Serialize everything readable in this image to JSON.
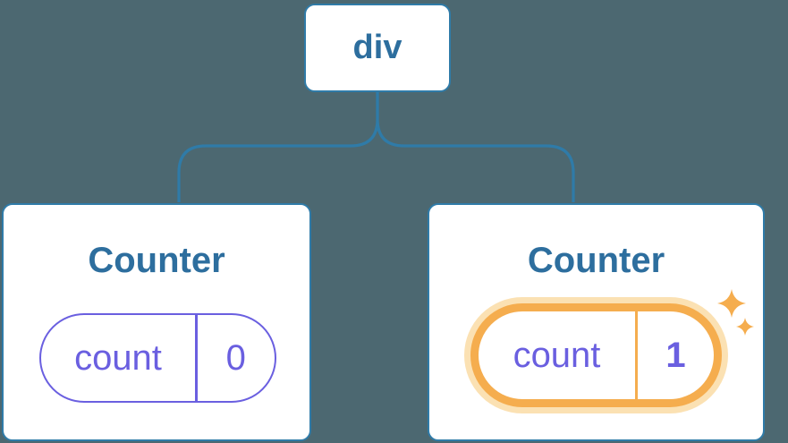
{
  "diagram": {
    "description": "React component tree showing a state update",
    "root": {
      "label": "div"
    },
    "children": [
      {
        "title": "Counter",
        "state": {
          "key": "count",
          "value": "0"
        },
        "highlighted": false
      },
      {
        "title": "Counter",
        "state": {
          "key": "count",
          "value": "1"
        },
        "highlighted": true
      }
    ]
  },
  "colors": {
    "background": "#4C6871",
    "node_border_blue": "#2F7BA8",
    "connector_blue": "#2F7BA8",
    "label_blue": "#2D6E9E",
    "state_purple": "#6A5FE0",
    "highlight_orange": "#F5AD4E",
    "highlight_glow": "#FBE1B3",
    "card_background": "#FFFFFF"
  },
  "icons": {
    "sparkles": "sparkles-icon"
  }
}
